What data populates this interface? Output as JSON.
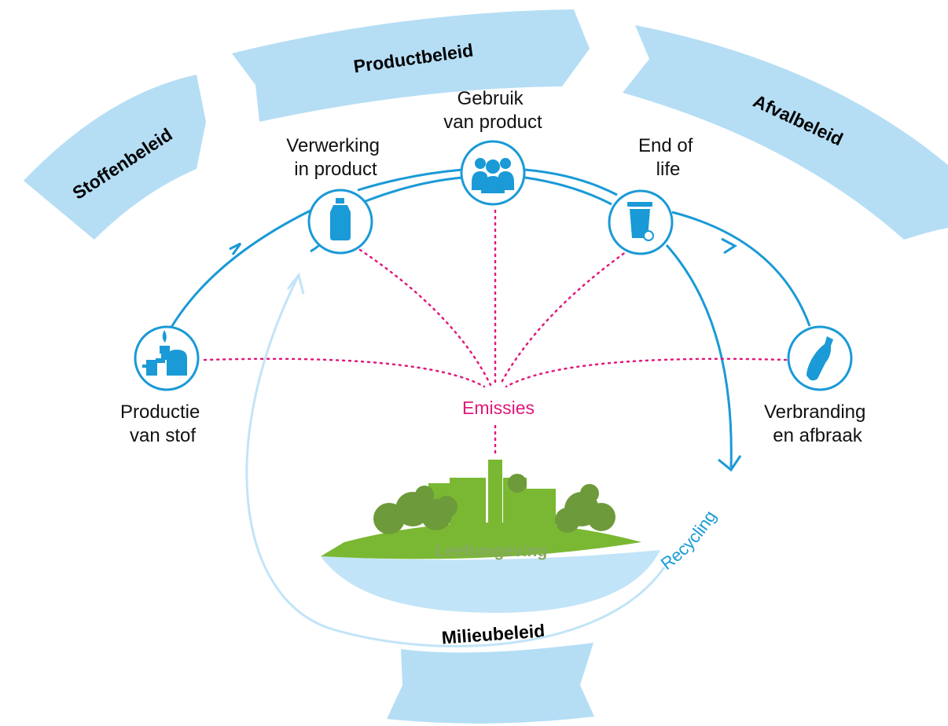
{
  "banners": {
    "stoffenbeleid": "Stoffenbeleid",
    "productbeleid": "Productbeleid",
    "afvalbeleid": "Afvalbeleid",
    "milieubeleid": "Milieubeleid"
  },
  "stages": {
    "productie": [
      "Productie",
      "van stof"
    ],
    "verwerking": [
      "Verwerking",
      "in product"
    ],
    "gebruik": [
      "Gebruik",
      "van product"
    ],
    "end_of_life": [
      "End of",
      "life"
    ],
    "verbranding": [
      "Verbranding",
      "en afbraak"
    ]
  },
  "emissies_label": "Emissies",
  "recycling_label": "Recycling",
  "environment_label": "Leefomgeving",
  "icons": {
    "productie": "factory-icon",
    "verwerking": "bottle-icon",
    "gebruik": "people-icon",
    "end_of_life": "wheelie-bin-icon",
    "verbranding": "crushed-bottle-icon"
  },
  "colors": {
    "banner": "#b5def5",
    "cycle": "#1a9ad6",
    "recycle": "#c2e4f8",
    "emission": "#e0197a",
    "ground": "#7ab833",
    "trees": "#6d9a3a",
    "env_text": "#86a862"
  }
}
